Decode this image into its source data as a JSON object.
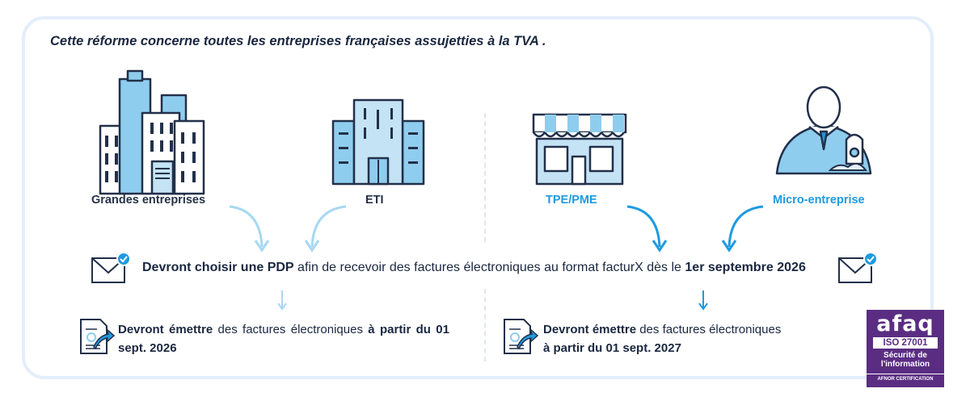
{
  "headline": "Cette réforme concerne toutes les entreprises françaises assujetties à la TVA .",
  "categories": {
    "grandes": "Grandes entreprises",
    "eti": "ETI",
    "tpe": "TPE/PME",
    "micro": "Micro-entreprise"
  },
  "pdp_sentence": {
    "bold_start": "Devront choisir une PDP",
    "middle": " afin de recevoir des factures électroniques au format facturX dès le ",
    "bold_end": "1er septembre 2026"
  },
  "emit_left": {
    "bold1": "Devront émettre",
    "text1": " des factures électroniques ",
    "bold2": "à partir du 01 sept. 2026"
  },
  "emit_right": {
    "bold1": "Devront émettre",
    "text1": " des factures électroniques",
    "bold2": "à partir du 01 sept. 2027"
  },
  "badge": {
    "logo": "afaq",
    "iso": "ISO 27001",
    "line1": "Sécurité de",
    "line2": "l'information",
    "footer": "AFNOR CERTIFICATION"
  },
  "colors": {
    "accent_blue": "#1e9be0",
    "light_blue": "#a8d8f2",
    "dark_text": "#1a2740",
    "frame": "#e3eefa",
    "badge_purple": "#5a2d82"
  }
}
